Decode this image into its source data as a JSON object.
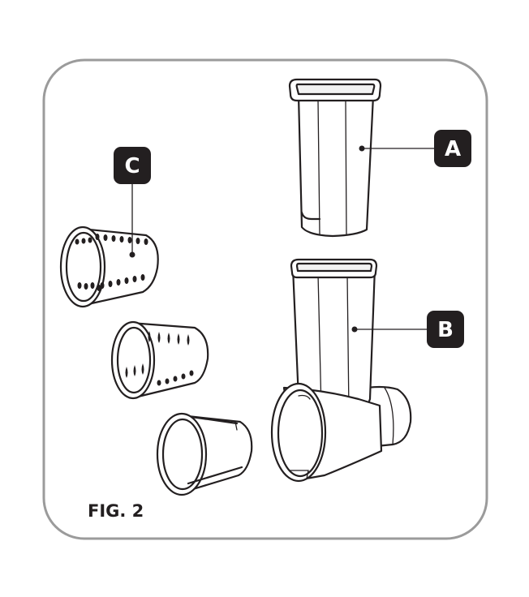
{
  "labels": {
    "a": "A",
    "b": "B",
    "c": "C"
  },
  "caption": "FIG. 2",
  "colors": {
    "frame_border": "#9b9b9b",
    "ink": "#231f20",
    "label_background": "#231f20",
    "label_text": "#ffffff"
  }
}
